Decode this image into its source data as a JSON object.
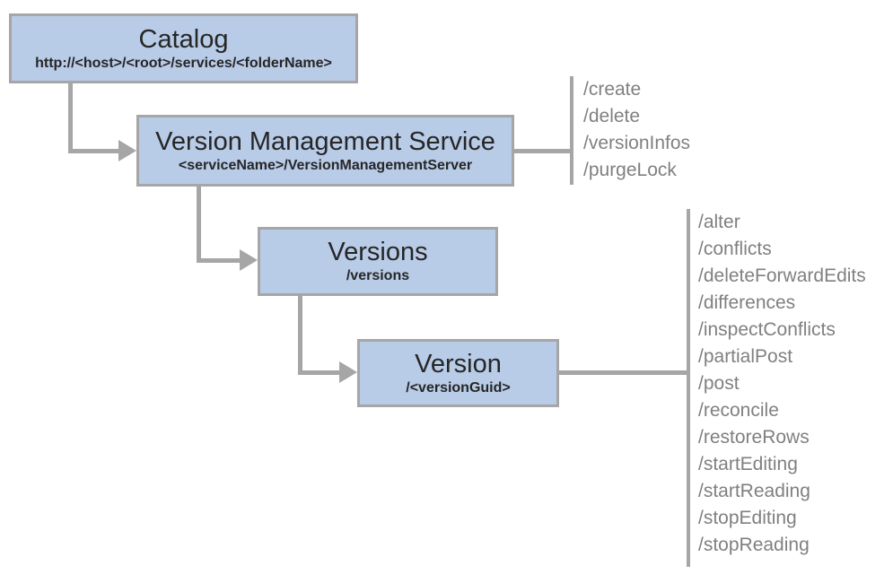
{
  "diagram": {
    "nodes": [
      {
        "title": "Catalog",
        "subtitle": "http://<host>/<root>/services/<folderName>"
      },
      {
        "title": "Version Management Service",
        "subtitle": "<serviceName>/VersionManagementServer"
      },
      {
        "title": "Versions",
        "subtitle": "/versions"
      },
      {
        "title": "Version",
        "subtitle": "/<versionGuid>"
      }
    ],
    "operations": {
      "service": [
        "/create",
        "/delete",
        "/versionInfos",
        "/purgeLock"
      ],
      "version": [
        "/alter",
        "/conflicts",
        "/deleteForwardEdits",
        "/differences",
        "/inspectConflicts",
        "/partialPost",
        "/post",
        "/reconcile",
        "/restoreRows",
        "/startEditing",
        "/startReading",
        "/stopEditing",
        "/stopReading"
      ]
    },
    "colors": {
      "node_fill": "#b8cbe7",
      "node_border": "#a6a6a6",
      "connector": "#a6a6a6",
      "operation_text": "#808080",
      "title_text": "#262626"
    }
  }
}
